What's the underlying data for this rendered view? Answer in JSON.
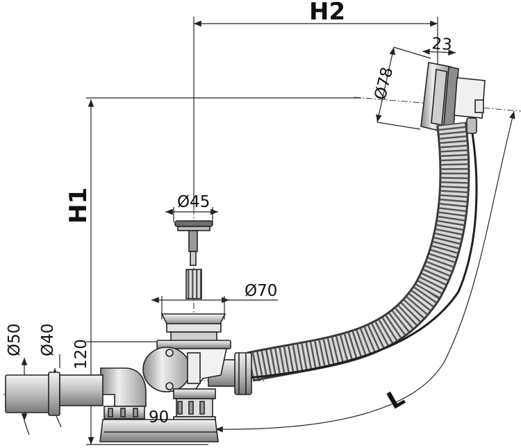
{
  "diagram": {
    "labels": {
      "h2": "H2",
      "h1": "H1",
      "l": "L",
      "d23": "23",
      "d78": "Ø78",
      "d45": "Ø45",
      "d70": "Ø70",
      "d50": "Ø50",
      "d40": "Ø40",
      "d120": "120",
      "d90": "90"
    },
    "colors": {
      "line": "#222222",
      "metal_light": "#e3e3e3",
      "metal_mid": "#b8b8b8",
      "metal_dark": "#6e6e6e",
      "hose_dark": "#3a3a3a"
    }
  }
}
